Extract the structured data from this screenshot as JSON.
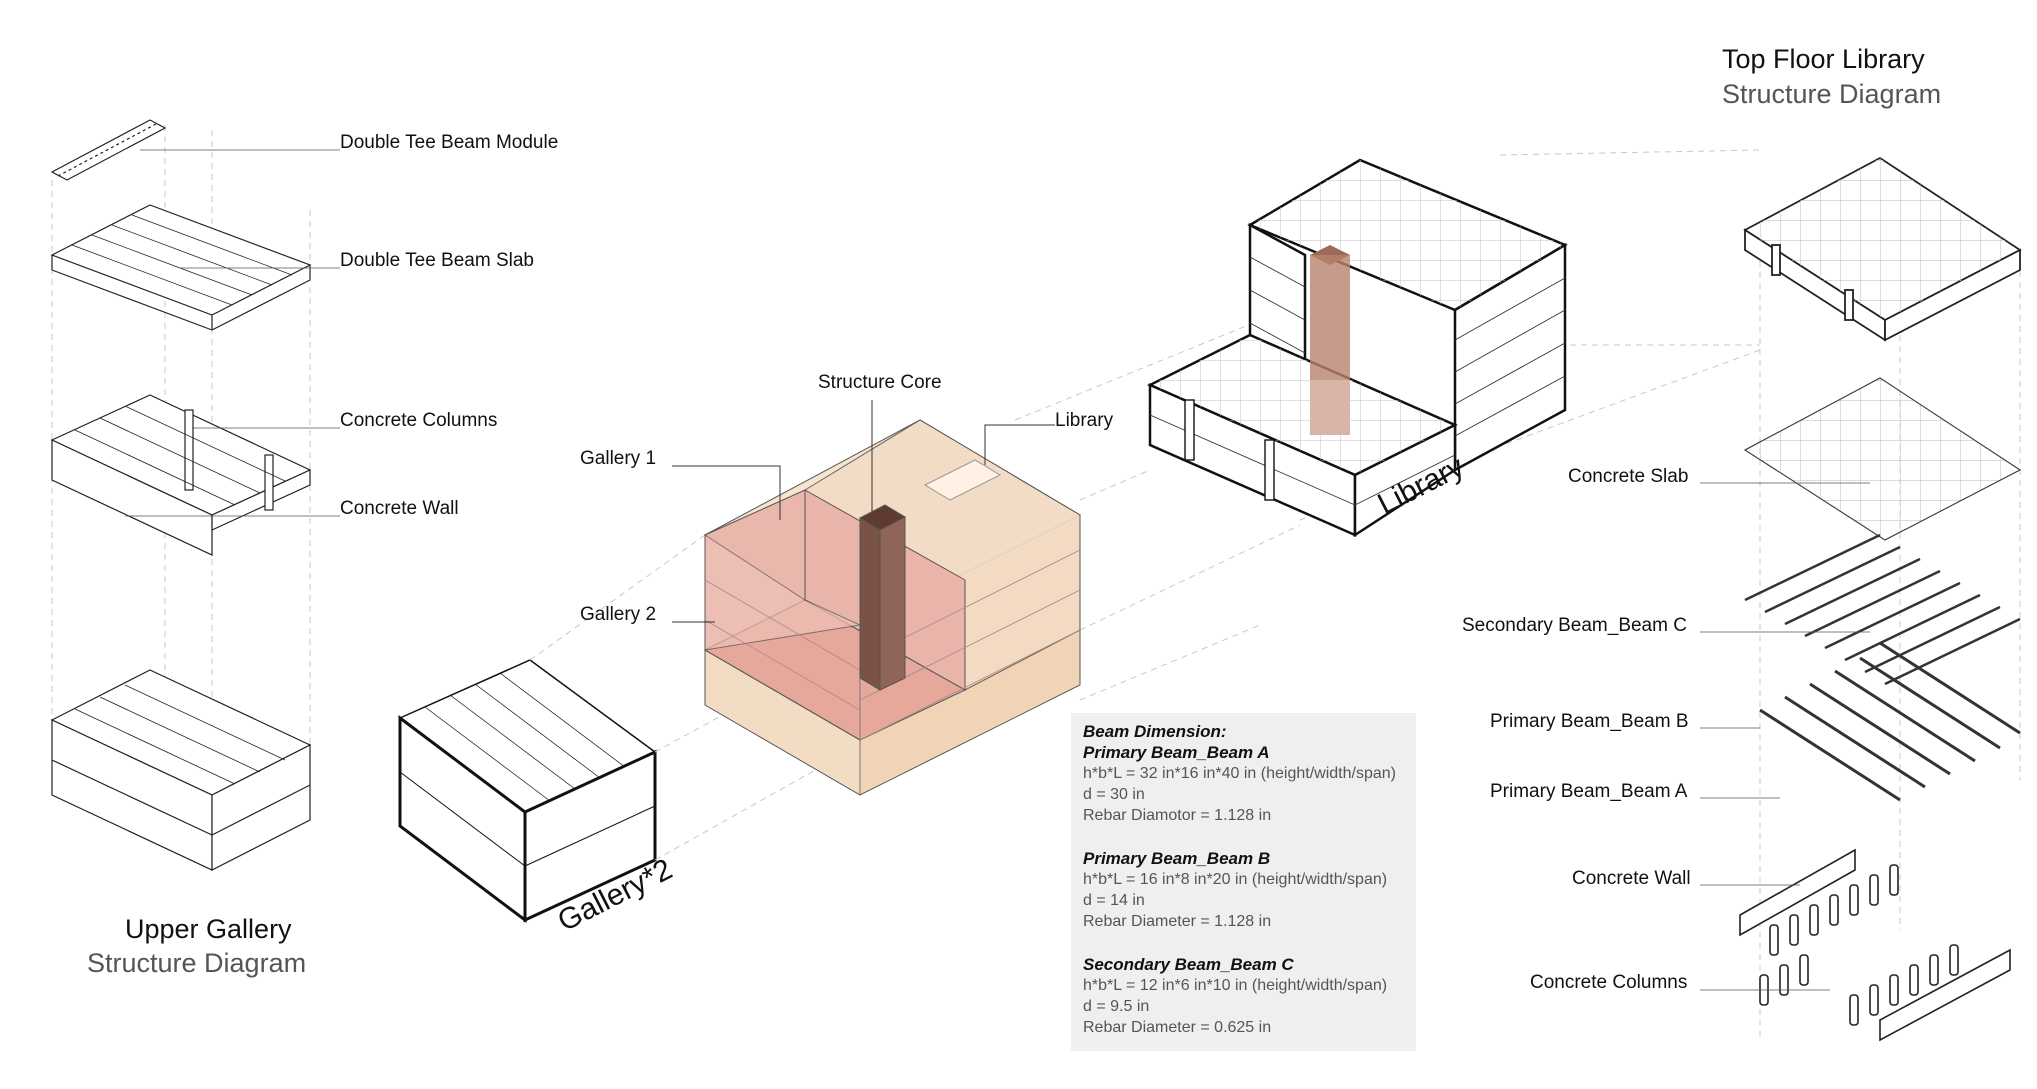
{
  "left_title": {
    "main": "Upper Gallery",
    "sub": "Structure Diagram"
  },
  "right_title": {
    "main": "Top Floor Library",
    "sub": "Structure Diagram"
  },
  "left_labels": {
    "double_tee_module": "Double Tee Beam Module",
    "double_tee_slab": "Double Tee Beam Slab",
    "concrete_columns": "Concrete Columns",
    "concrete_wall": "Concrete Wall"
  },
  "center_labels": {
    "structure_core": "Structure Core",
    "library_top": "Library",
    "gallery1": "Gallery 1",
    "gallery2": "Gallery 2",
    "gallery_x2": "Gallery*2",
    "library_iso": "Library"
  },
  "right_labels": {
    "concrete_slab": "Concrete Slab",
    "secondary_beam": "Secondary Beam_Beam C",
    "primary_beam_b": "Primary Beam_Beam B",
    "primary_beam_a": "Primary Beam_Beam A",
    "concrete_wall": "Concrete Wall",
    "concrete_columns": "Concrete Columns"
  },
  "beam_dimension": {
    "heading": "Beam Dimension:",
    "beam_a": {
      "title": "Primary Beam_Beam A",
      "dims": "h*b*L = 32 in*16 in*40 in (height/width/span)",
      "d": "d = 30 in",
      "rebar": "Rebar Diamotor = 1.128 in"
    },
    "beam_b": {
      "title": "Primary Beam_Beam B",
      "dims": "h*b*L = 16 in*8 in*20 in (height/width/span)",
      "d": "d = 14 in",
      "rebar": "Rebar Diameter = 1.128 in"
    },
    "beam_c": {
      "title": "Secondary Beam_Beam C",
      "dims": "h*b*L = 12 in*6 in*10 in (height/width/span)",
      "d": "d = 9.5 in",
      "rebar": "Rebar Diameter = 0.625 in"
    }
  },
  "colors": {
    "line": "#222222",
    "dashed": "#bbbbbb",
    "peach": "#f3dcc4",
    "pink": "#eab7ad",
    "core": "#7a5246",
    "note_bg": "#efefef"
  }
}
